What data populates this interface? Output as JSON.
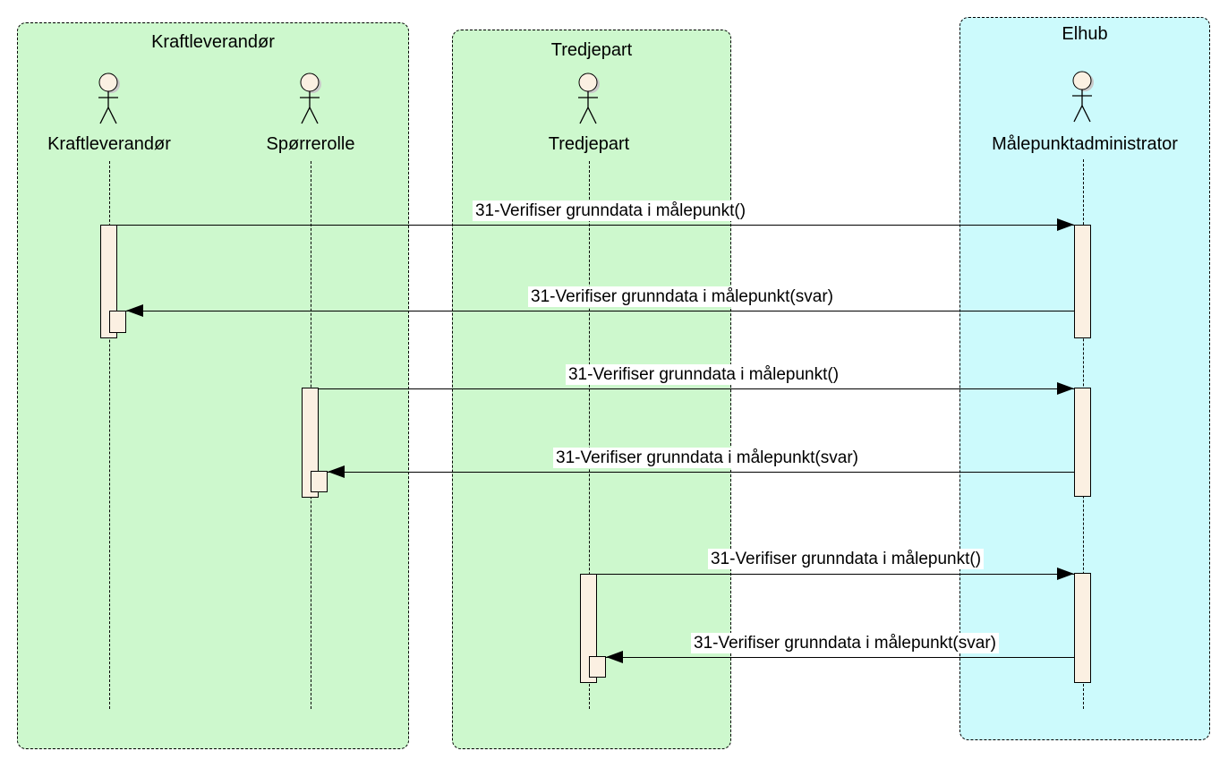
{
  "diagram": {
    "type": "uml-sequence-diagram",
    "colors": {
      "group_green": "#cdf8cd",
      "group_cyan": "#ccfafc",
      "activation_fill": "#fbf0e2",
      "line": "#000000",
      "message_label_background": "#ffffff"
    },
    "groups": [
      {
        "title": "Kraftleverandør",
        "color": "green"
      },
      {
        "title": "Tredjepart",
        "color": "green"
      },
      {
        "title": "Elhub",
        "color": "cyan"
      }
    ],
    "actors": [
      {
        "label": "Kraftleverandør",
        "group": "Kraftleverandør"
      },
      {
        "label": "Spørrerolle",
        "group": "Kraftleverandør"
      },
      {
        "label": "Tredjepart",
        "group": "Tredjepart"
      },
      {
        "label": "Målepunktadministrator",
        "group": "Elhub"
      }
    ],
    "messages": [
      {
        "from": "Kraftleverandør",
        "to": "Målepunktadministrator",
        "kind": "call",
        "label": "31-Verifiser grunndata i målepunkt()"
      },
      {
        "from": "Målepunktadministrator",
        "to": "Kraftleverandør",
        "kind": "return",
        "label": "31-Verifiser grunndata i målepunkt(svar)"
      },
      {
        "from": "Spørrerolle",
        "to": "Målepunktadministrator",
        "kind": "call",
        "label": "31-Verifiser grunndata i målepunkt()"
      },
      {
        "from": "Målepunktadministrator",
        "to": "Spørrerolle",
        "kind": "return",
        "label": "31-Verifiser grunndata i målepunkt(svar)"
      },
      {
        "from": "Tredjepart",
        "to": "Målepunktadministrator",
        "kind": "call",
        "label": "31-Verifiser grunndata i målepunkt()"
      },
      {
        "from": "Målepunktadministrator",
        "to": "Tredjepart",
        "kind": "return",
        "label": "31-Verifiser grunndata i målepunkt(svar)"
      }
    ]
  }
}
